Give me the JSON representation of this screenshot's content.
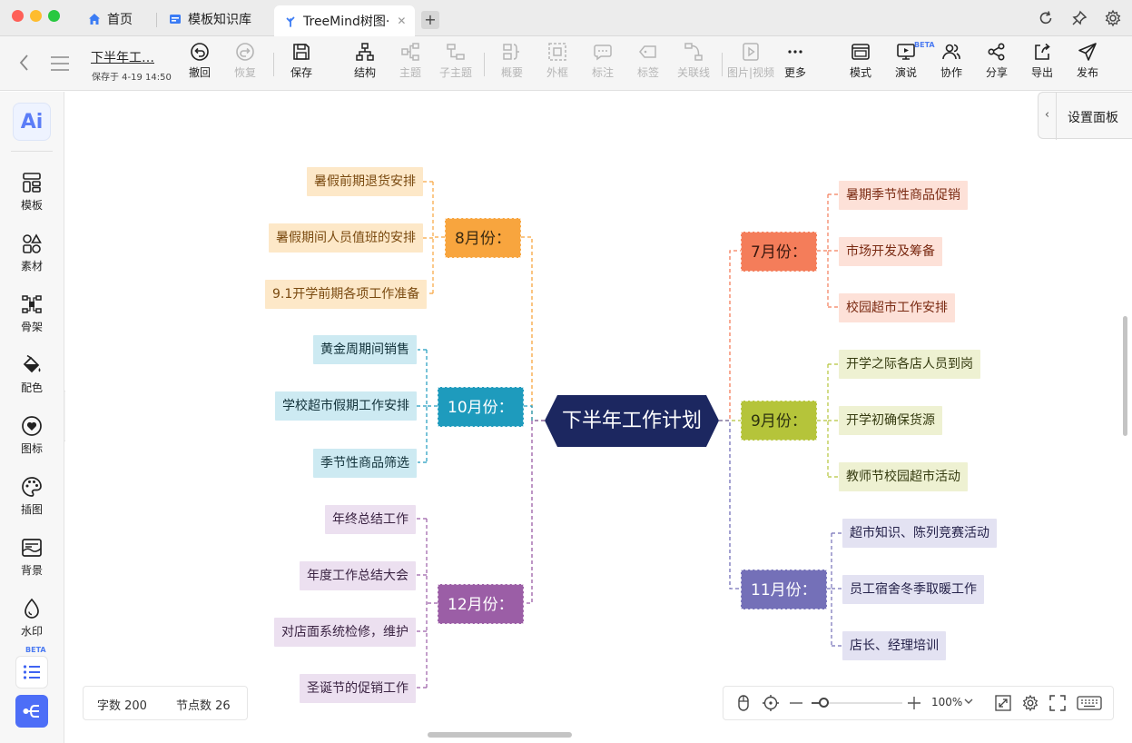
{
  "tabs": [
    {
      "label": "首页",
      "icon": "home-icon"
    },
    {
      "label": "模板知识库",
      "icon": "template-library-icon"
    },
    {
      "label": "TreeMind树图·",
      "icon": "treemind-icon"
    }
  ],
  "document": {
    "title": "下半年工…",
    "saved": "保存于 4-19 14:50"
  },
  "toolbar": {
    "undo": "撤回",
    "redo": "恢复",
    "save": "保存",
    "structure": "结构",
    "topic": "主题",
    "subtopic": "子主题",
    "summary": "概要",
    "frame": "外框",
    "note": "标注",
    "tag": "标签",
    "relation": "关联线",
    "media": "图片|视频",
    "more": "更多",
    "mode": "模式",
    "present": "演说",
    "present_badge": "BETA",
    "collaborate": "协作",
    "share": "分享",
    "export": "导出",
    "publish": "发布"
  },
  "sidebar": {
    "ai": "Ai",
    "items": [
      "模板",
      "素材",
      "骨架",
      "配色",
      "图标",
      "插图",
      "背景",
      "水印"
    ],
    "beta": "BETA"
  },
  "settings_panel": "设置面板",
  "mindmap": {
    "central": "下半年工作计划",
    "branches": {
      "aug": {
        "label": "8月份：",
        "color": "#f8a53e",
        "children": [
          "暑假前期退货安排",
          "暑假期间人员值班的安排",
          "9.1开学前期各项工作准备"
        ]
      },
      "oct": {
        "label": "10月份：",
        "color": "#1e9bbd",
        "children": [
          "黄金周期间销售",
          "学校超市假期工作安排",
          "季节性商品筛选"
        ]
      },
      "dec": {
        "label": "12月份：",
        "color": "#9b5ea6",
        "children": [
          "年终总结工作",
          "年度工作总结大会",
          "对店面系统检修，维护",
          "圣诞节的促销工作"
        ]
      },
      "jul": {
        "label": "7月份：",
        "color": "#f47d5a",
        "children": [
          "暑期季节性商品促销",
          "市场开发及筹备",
          "校园超市工作安排"
        ]
      },
      "sep": {
        "label": "9月份：",
        "color": "#b5c43a",
        "children": [
          "开学之际各店人员到岗",
          "开学初确保货源",
          "教师节校园超市活动"
        ]
      },
      "nov": {
        "label": "11月份：",
        "color": "#7470b8",
        "children": [
          "超市知识、陈列竞赛活动",
          "员工宿舍冬季取暖工作",
          "店长、经理培训"
        ]
      }
    }
  },
  "stats": {
    "words": "字数 200",
    "nodes": "节点数 26"
  },
  "zoom": {
    "value": "100%",
    "level": 0.14
  }
}
